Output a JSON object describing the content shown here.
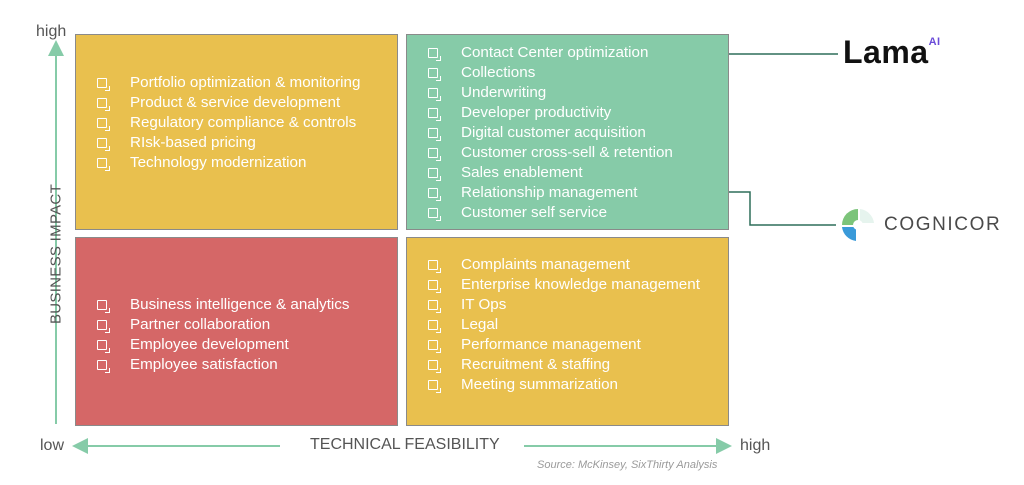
{
  "axes": {
    "y_high": "high",
    "y_title": "BUSINESS IMPACT",
    "x_low": "low",
    "x_title": "TECHNICAL FEASIBILITY",
    "x_high": "high"
  },
  "quadrants": {
    "top_left": {
      "color": "#e9c04e",
      "items": [
        "Portfolio optimization & monitoring",
        "Product & service development",
        "Regulatory compliance & controls",
        "RIsk-based pricing",
        "Technology modernization"
      ]
    },
    "top_right": {
      "color": "#86cba8",
      "items": [
        "Contact Center optimization",
        "Collections",
        "Underwriting",
        "Developer productivity",
        "Digital customer acquisition",
        "Customer cross-sell & retention",
        "Sales enablement",
        "Relationship management",
        "Customer self service"
      ]
    },
    "bottom_left": {
      "color": "#d56767",
      "items": [
        "Business intelligence & analytics",
        "Partner collaboration",
        "Employee development",
        "Employee satisfaction"
      ]
    },
    "bottom_right": {
      "color": "#e9c04e",
      "items": [
        "Complaints management",
        "Enterprise knowledge management",
        "IT Ops",
        "Legal",
        "Performance management",
        "Recruitment & staffing",
        "Meeting summarization"
      ]
    }
  },
  "logos": {
    "lama_text": "Lama",
    "lama_sup": "AI",
    "cognicor_text": "COGNICOR"
  },
  "source": "Source: McKinsey, SixThirty Analysis",
  "colors": {
    "axis_arrow": "#86cba8",
    "connector": "#2e6e5a",
    "text_white": "#ffffff"
  }
}
